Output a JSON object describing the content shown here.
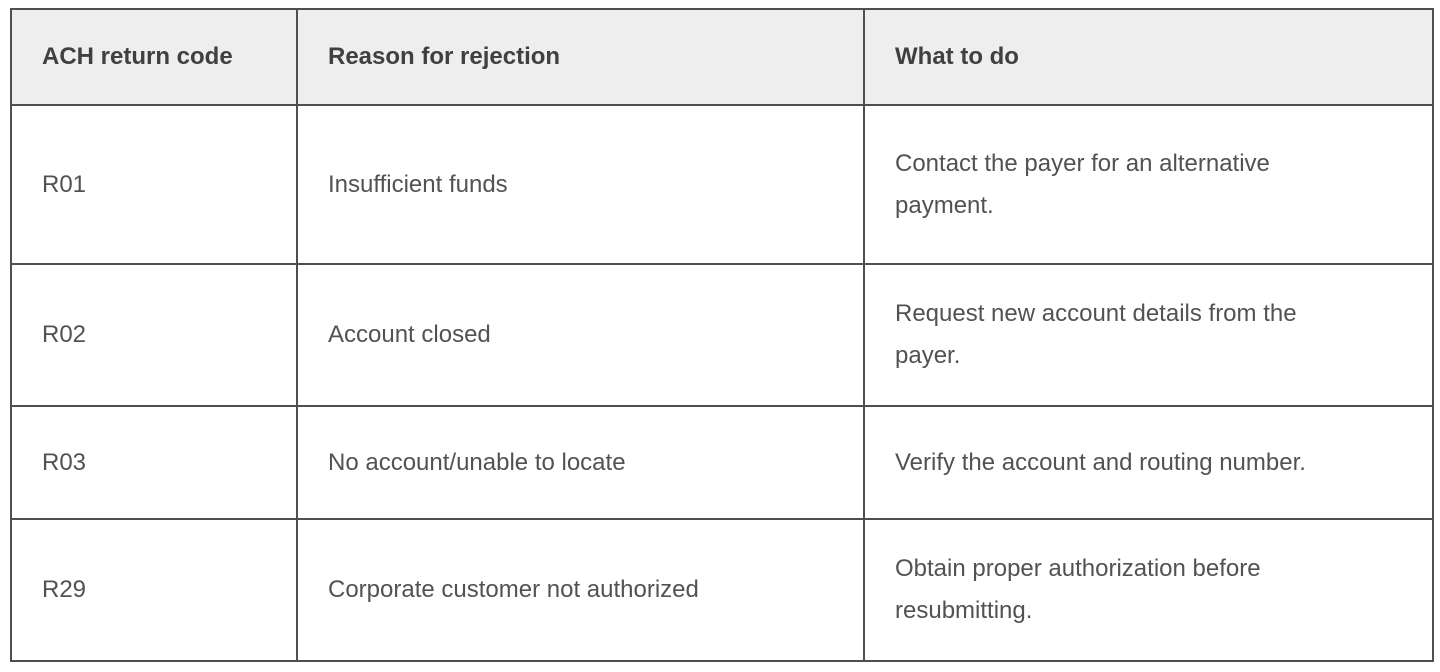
{
  "table": {
    "columns": [
      {
        "label": "ACH return code"
      },
      {
        "label": "Reason for rejection"
      },
      {
        "label": "What to do"
      }
    ],
    "rows": [
      {
        "code": "R01",
        "reason": "Insufficient funds",
        "action": "Contact the payer for an alternative payment."
      },
      {
        "code": "R02",
        "reason": "Account closed",
        "action": "Request new account details from the payer."
      },
      {
        "code": "R03",
        "reason": "No account/unable to locate",
        "action": "Verify the account and routing number."
      },
      {
        "code": "R29",
        "reason": "Corporate customer not authorized",
        "action": "Obtain proper authorization before resubmitting."
      }
    ],
    "colors": {
      "border": "#4f4f4f",
      "header_bg": "#eeeeee",
      "header_text": "#404040",
      "body_text": "#525252",
      "page_bg": "#ffffff"
    }
  }
}
